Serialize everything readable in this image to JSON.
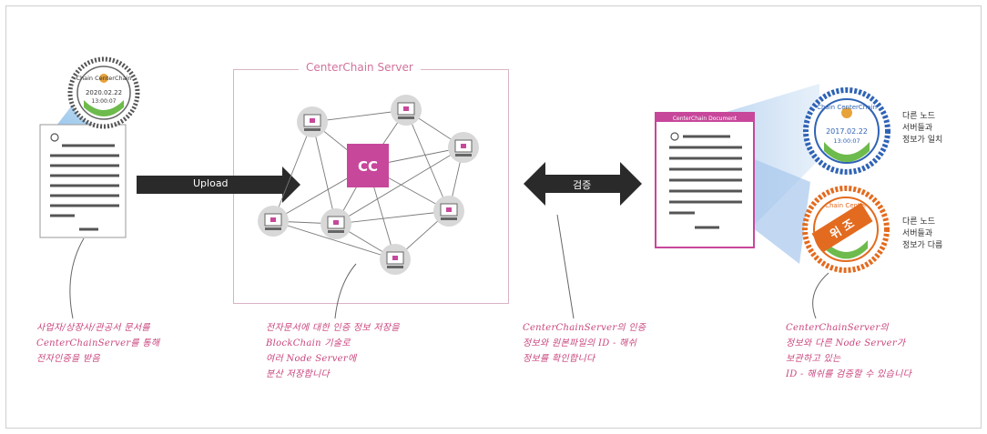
{
  "server_title": "CenterChain Server",
  "upload_label": "Upload",
  "verify_label": "검증",
  "hub_label": "CC",
  "stamp_left": {
    "title": "Chain CenterChain",
    "date": "2020.02.22",
    "time": "13:00:07"
  },
  "stamp_valid": {
    "title": "Chain CenterChain",
    "date": "2017.02.22",
    "time": "13:00:07"
  },
  "stamp_invalid": {
    "title": "Chain Center",
    "mark": "위 조"
  },
  "doc_right_header": "CenterChain Document",
  "side_note_valid": [
    "다른 노드",
    "서버들과",
    "정보가 일치"
  ],
  "side_note_invalid": [
    "다른 노드",
    "서버들과",
    "정보가 다름"
  ],
  "notes": {
    "left": [
      "사업자/상장사/관공서 문서를",
      "CenterChainServer를 통해",
      "전자인증을 받음"
    ],
    "center": [
      "전자문서에 대한 인증 정보 저장을",
      "BlockChain 기술로",
      "여러 Node Server에",
      "분산 저장합니다"
    ],
    "right_center": [
      "CenterChainServer의 인증",
      "정보와 원본파일의 ID - 해쉬",
      "정보를 확인합니다"
    ],
    "right": [
      "CenterChainServer의",
      "정보와 다른 Node Server가",
      "보관하고 있는",
      "ID - 해쉬를 검증할 수 있습니다"
    ]
  },
  "colors": {
    "accent": "#c7479b",
    "blue": "#2f63b5",
    "orange": "#e36b1f",
    "arrow": "#2a2a2a"
  }
}
